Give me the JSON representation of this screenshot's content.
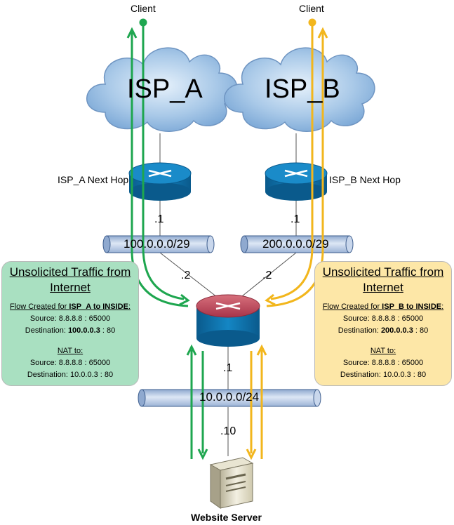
{
  "clients": {
    "left": "Client",
    "right": "Client"
  },
  "isps": {
    "a": "ISP_A",
    "b": "ISP_B"
  },
  "routers": {
    "a_label": "ISP_A Next Hop",
    "b_label": "ISP_B Next Hop"
  },
  "links": {
    "a_hop": ".1",
    "b_hop": ".1",
    "a_net": "100.0.0.0/29",
    "b_net": "200.0.0.0/29",
    "a_fw": ".2",
    "b_fw": ".2",
    "fw_inside": ".1",
    "inside_net": "10.0.0.0/24",
    "server_host": ".10"
  },
  "server": {
    "label": "Website Server"
  },
  "box_a": {
    "title_1": "Unsolicited Traffic from",
    "title_2": "Internet",
    "flow_prefix": "Flow Created for ",
    "flow_bold": "ISP_A to INSIDE",
    "flow_suffix": ":",
    "source": "Source: 8.8.8.8 : 65000",
    "dest_prefix": "Destination: ",
    "dest_bold": "100.0.0.3",
    "dest_suffix": " : 80",
    "nat_title": "NAT to:",
    "nat_source": "Source: 8.8.8.8 : 65000",
    "nat_dest": "Destination: 10.0.0.3 : 80"
  },
  "box_b": {
    "title_1": "Unsolicited Traffic from",
    "title_2": "Internet",
    "flow_prefix": "Flow Created for ",
    "flow_bold": "ISP_B to INSIDE",
    "flow_suffix": ":",
    "source": "Source: 8.8.8.8 : 65000",
    "dest_prefix": "Destination: ",
    "dest_bold": "200.0.0.3",
    "dest_suffix": " : 80",
    "nat_title": "NAT to:",
    "nat_source": "Source: 8.8.8.8 : 65000",
    "nat_dest": "Destination: 10.0.0.3 : 80"
  },
  "colors": {
    "green": "#1ea64f",
    "yellow": "#f2b61c",
    "pipe": "#bccde6",
    "router_blue": "#0f6fa8",
    "firewall_red": "#b9404f"
  }
}
